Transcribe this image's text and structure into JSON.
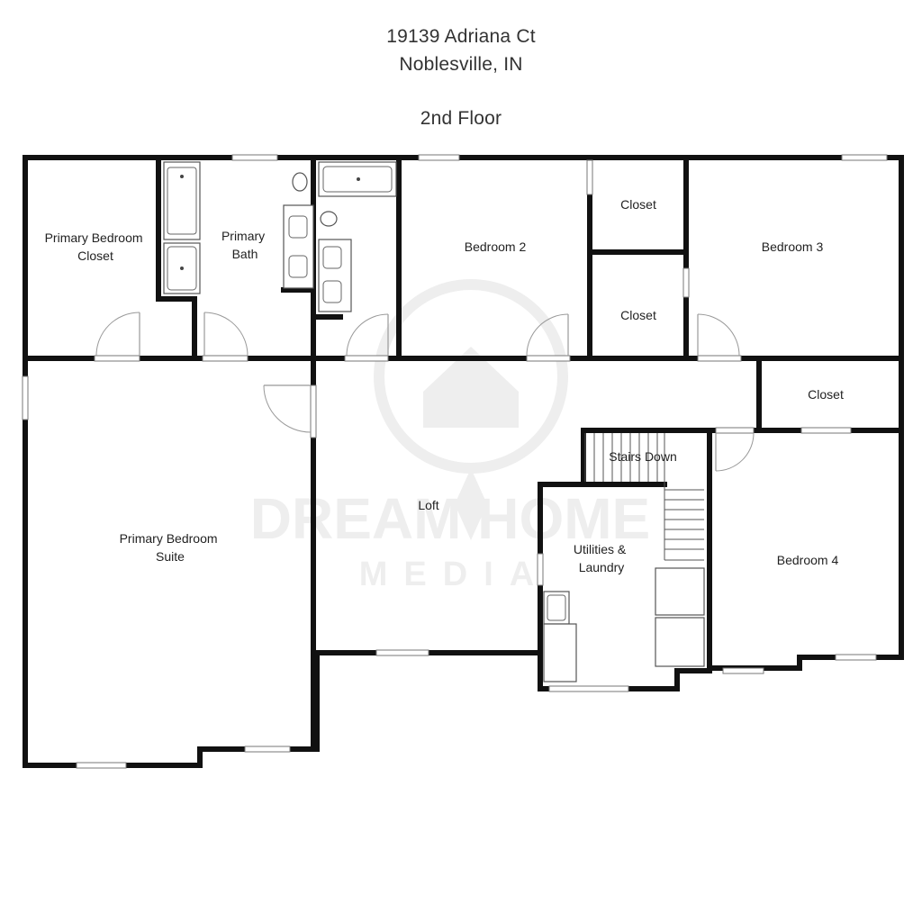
{
  "header": {
    "address_line1": "19139 Adriana Ct",
    "address_line2": "Noblesville, IN",
    "floor": "2nd Floor"
  },
  "watermark": {
    "brand_top": "DREAM HOME",
    "brand_bottom": "MEDIA"
  },
  "rooms": {
    "primary_bedroom_closet": [
      "Primary Bedroom",
      "Closet"
    ],
    "primary_bath": [
      "Primary",
      "Bath"
    ],
    "bedroom_2": [
      "Bedroom 2"
    ],
    "closet_top": [
      "Closet"
    ],
    "closet_middle": [
      "Closet"
    ],
    "bedroom_3": [
      "Bedroom 3"
    ],
    "closet_right": [
      "Closet"
    ],
    "stairs": [
      "Stairs Down"
    ],
    "loft": [
      "Loft"
    ],
    "primary_bedroom_suite": [
      "Primary Bedroom",
      "Suite"
    ],
    "utilities_laundry": [
      "Utilities &",
      "Laundry"
    ],
    "bedroom_4": [
      "Bedroom 4"
    ]
  }
}
